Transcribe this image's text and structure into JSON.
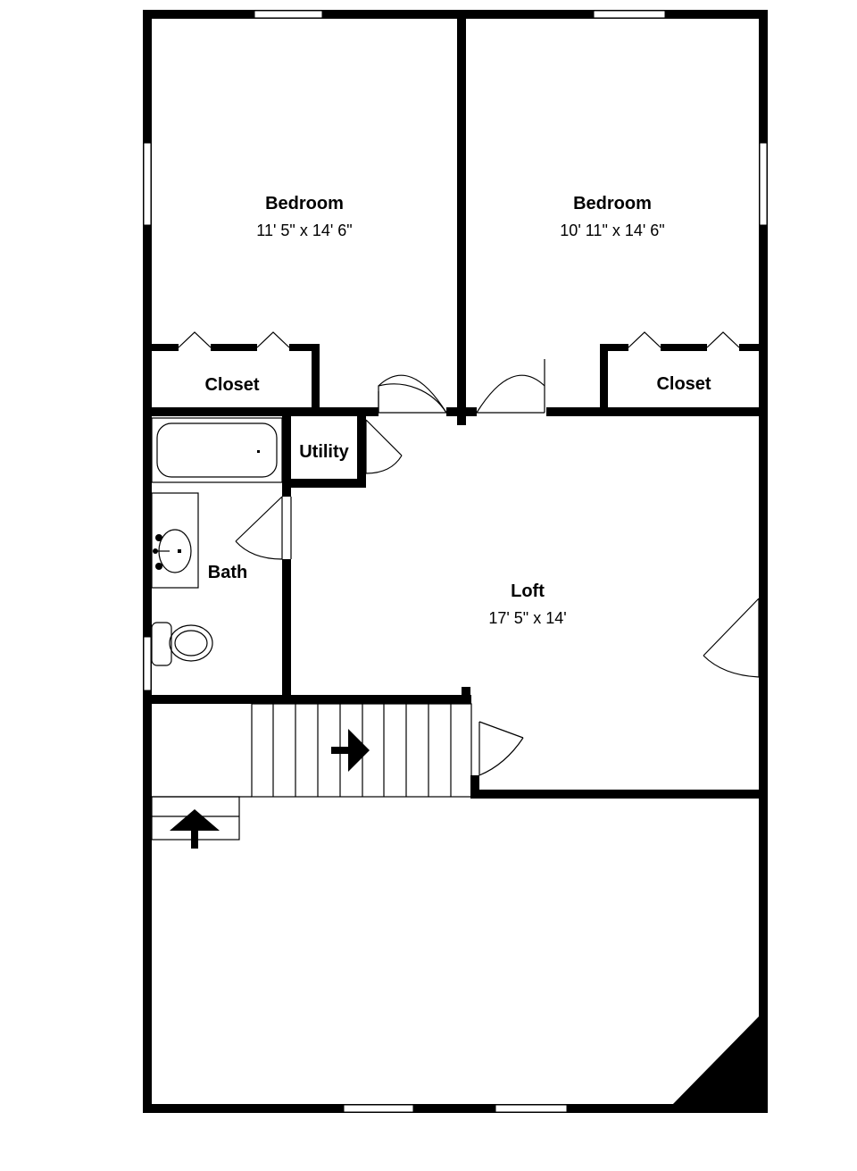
{
  "rooms": {
    "bedroom1": {
      "name": "Bedroom",
      "dims": "11' 5\" x 14' 6\""
    },
    "bedroom2": {
      "name": "Bedroom",
      "dims": "10' 11\" x 14' 6\""
    },
    "closet1": {
      "name": "Closet"
    },
    "closet2": {
      "name": "Closet"
    },
    "utility": {
      "name": "Utility"
    },
    "bath": {
      "name": "Bath"
    },
    "loft": {
      "name": "Loft",
      "dims": "17' 5\" x 14'"
    }
  },
  "colors": {
    "wall": "#000000",
    "background": "#ffffff"
  },
  "icons": [
    "stair-arrow-icon",
    "bathtub-icon",
    "sink-icon",
    "toilet-icon",
    "door-swing-icon",
    "window-icon"
  ]
}
